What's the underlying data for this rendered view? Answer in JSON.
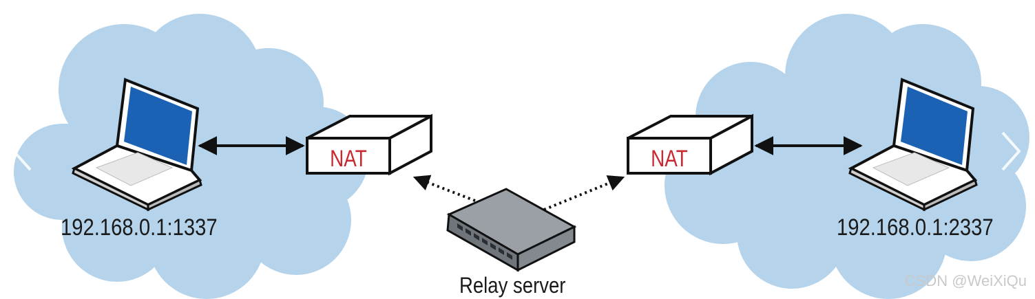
{
  "diagram": {
    "left_host": {
      "address": "192.168.0.1:1337"
    },
    "right_host": {
      "address": "192.168.0.1:2337"
    },
    "left_nat": {
      "label": "NAT"
    },
    "right_nat": {
      "label": "NAT"
    },
    "relay": {
      "label": "Relay server"
    }
  },
  "watermark": "CSDN @WeiXiQu",
  "icons": {
    "prev": "chevron-left-icon",
    "next": "chevron-right-icon",
    "laptop": "laptop-icon",
    "switch": "network-switch-icon"
  },
  "colors": {
    "cloud": "#b5d3ea",
    "screen": "#1c62b4",
    "nat_text": "#c8282e",
    "device_body": "#8e9399",
    "arrow": "#111111"
  }
}
